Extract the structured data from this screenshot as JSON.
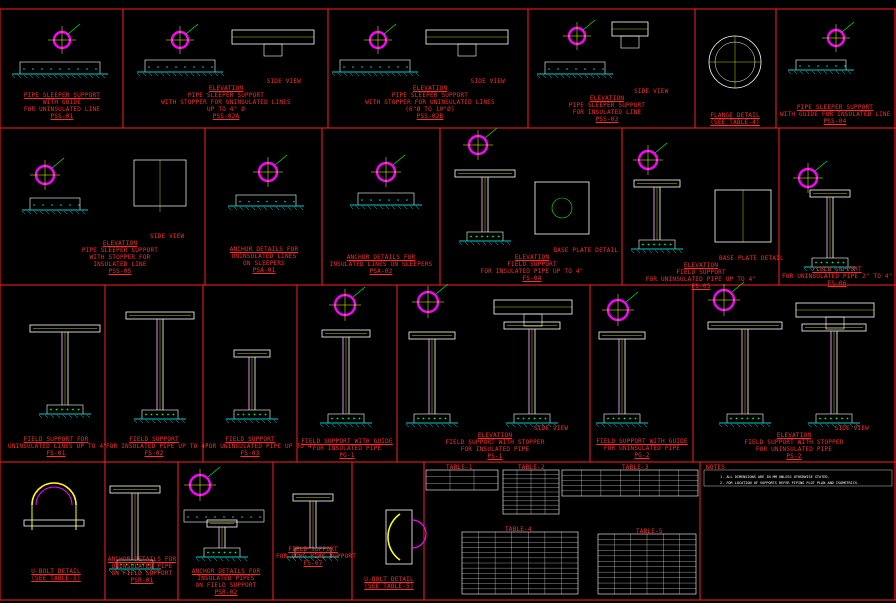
{
  "drawing": {
    "frame_color": "#ff2020",
    "pipe_color": "#ff00ff",
    "concrete_color": "#00d0d0",
    "dim_color": "#ffffff",
    "accent_green": "#00ff00",
    "accent_yellow": "#ffff00"
  },
  "row1": [
    {
      "id": "pss01",
      "lines": [
        "PIPE SLEEPER SUPPORT",
        "WITH GUIDE",
        "FOR UNINSULATED LINE",
        "PSS-01"
      ]
    },
    {
      "id": "pss02",
      "lines": [
        "ELEVATION",
        "PIPE SLEEPER SUPPORT",
        "WITH STOPPER FOR UNINSULATED LINES",
        "UP TO 4\" Ø",
        "PSS-02A"
      ],
      "side": "SIDE VIEW"
    },
    {
      "id": "pss02b",
      "lines": [
        "ELEVATION",
        "PIPE SLEEPER SUPPORT",
        "WITH STOPPER FOR UNINSULATED LINES",
        "(6\"Ø TO 10\"Ø)",
        "PSS-02B"
      ],
      "side": "SIDE VIEW"
    },
    {
      "id": "pss03",
      "lines": [
        "ELEVATION",
        "PIPE SLEEPER SUPPORT",
        "FOR INSULATED LINE",
        "PSS-03"
      ],
      "side": "SIDE VIEW"
    },
    {
      "id": "flange",
      "lines": [
        "FLANGE DETAIL",
        "(SEE TABLE-4)"
      ]
    },
    {
      "id": "pss04",
      "lines": [
        "PIPE SLEEPER SUPPORT",
        "WITH GUIDE FOR INSULATED LINE",
        "PSS-04"
      ]
    }
  ],
  "row2": [
    {
      "id": "pss05",
      "lines": [
        "ELEVATION",
        "PIPE SLEEPER SUPPORT",
        "WITH STOPPER FOR",
        "INSULATED LINE",
        "PSS-05"
      ],
      "side": "SIDE VIEW"
    },
    {
      "id": "psa01",
      "lines": [
        "ANCHOR DETAILS FOR",
        "UNINSULATED LINES",
        "ON SLEEPERS",
        "PSA-01"
      ]
    },
    {
      "id": "psa02",
      "lines": [
        "ANCHOR DETAILS FOR",
        "INSULATED LINES ON SLEEPERS",
        "PSA-02"
      ]
    },
    {
      "id": "fs04",
      "lines": [
        "ELEVATION",
        "FIELD SUPPORT",
        "FOR INSULATED PIPE UP TO 4\"",
        "FS-04"
      ],
      "side": "BASE PLATE DETAIL"
    },
    {
      "id": "fs05",
      "lines": [
        "ELEVATION",
        "FIELD SUPPORT",
        "FOR UNINSULATED PIPE UP TO 4\"",
        "FS-05"
      ],
      "side": "BASE PLATE DETAIL"
    },
    {
      "id": "fs06",
      "lines": [
        "FIELD SUPPORT",
        "FOR UNINSULATED PIPE 2\" TO 4\"",
        "FS-06"
      ]
    }
  ],
  "row3": [
    {
      "id": "fs01",
      "lines": [
        "FIELD SUPPORT FOR",
        "UNINSULATED LINES UP TO 4\"",
        "FS-01"
      ]
    },
    {
      "id": "fs02",
      "lines": [
        "FIELD SUPPORT",
        "FOR INSULATED PIPE UP TO 4\"",
        "FS-02"
      ]
    },
    {
      "id": "fs03",
      "lines": [
        "FIELD SUPPORT",
        "FOR UNINSULATED PIPE UP TO 4\"",
        "FS-03"
      ]
    },
    {
      "id": "pg1",
      "lines": [
        "FIELD SUPPORT WITH GUIDE",
        "FOR INSULATED PIPE",
        "PG-1"
      ]
    },
    {
      "id": "ps1",
      "lines": [
        "ELEVATION",
        "FIELD SUPPORT WITH STOPPER",
        "FOR INSULATED PIPE",
        "PS-1"
      ],
      "side": "SIDE VIEW"
    },
    {
      "id": "pg2",
      "lines": [
        "FIELD SUPPORT WITH GUIDE",
        "FOR UNINSULATED PIPE",
        "PG-2"
      ]
    },
    {
      "id": "ps2",
      "lines": [
        "ELEVATION",
        "FIELD SUPPORT WITH STOPPER",
        "FOR UNINSULATED PIPE",
        "PS-2"
      ],
      "side": "SIDE VIEW"
    }
  ],
  "row4": [
    {
      "id": "ubolt1",
      "lines": [
        "U-BOLT DETAIL",
        "(SEE TABLE-5)"
      ]
    },
    {
      "id": "psr01",
      "lines": [
        "ANCHOR DETAILS FOR",
        "UNINSULATED PIPE",
        "ON FIELD SUPPORT",
        "PSR-01"
      ]
    },
    {
      "id": "psr02",
      "lines": [
        "ANCHOR DETAILS FOR",
        "INSULATED PIPES",
        "ON FIELD SUPPORT",
        "PSR-02"
      ]
    },
    {
      "id": "fs07",
      "lines": [
        "FIELD SUPPORT",
        "FOR LONG PIPE SUPPORT",
        "FS-07"
      ]
    },
    {
      "id": "ubolt2",
      "lines": [
        "U-BOLT DETAIL",
        "(SEE TABLE-5)"
      ]
    }
  ],
  "tables": {
    "t1": "TABLE-1",
    "t2": "TABLE-2",
    "t3": "TABLE-3",
    "t4": "TABLE-4",
    "t5": "TABLE-5",
    "notes": "NOTES",
    "note1": "1. ALL DIMENSIONS ARE IN MM UNLESS OTHERWISE STATED.",
    "note2": "2. FOR LOCATION OF SUPPORTS REFER PIPING PLOT PLAN AND ISOMETRICS."
  }
}
